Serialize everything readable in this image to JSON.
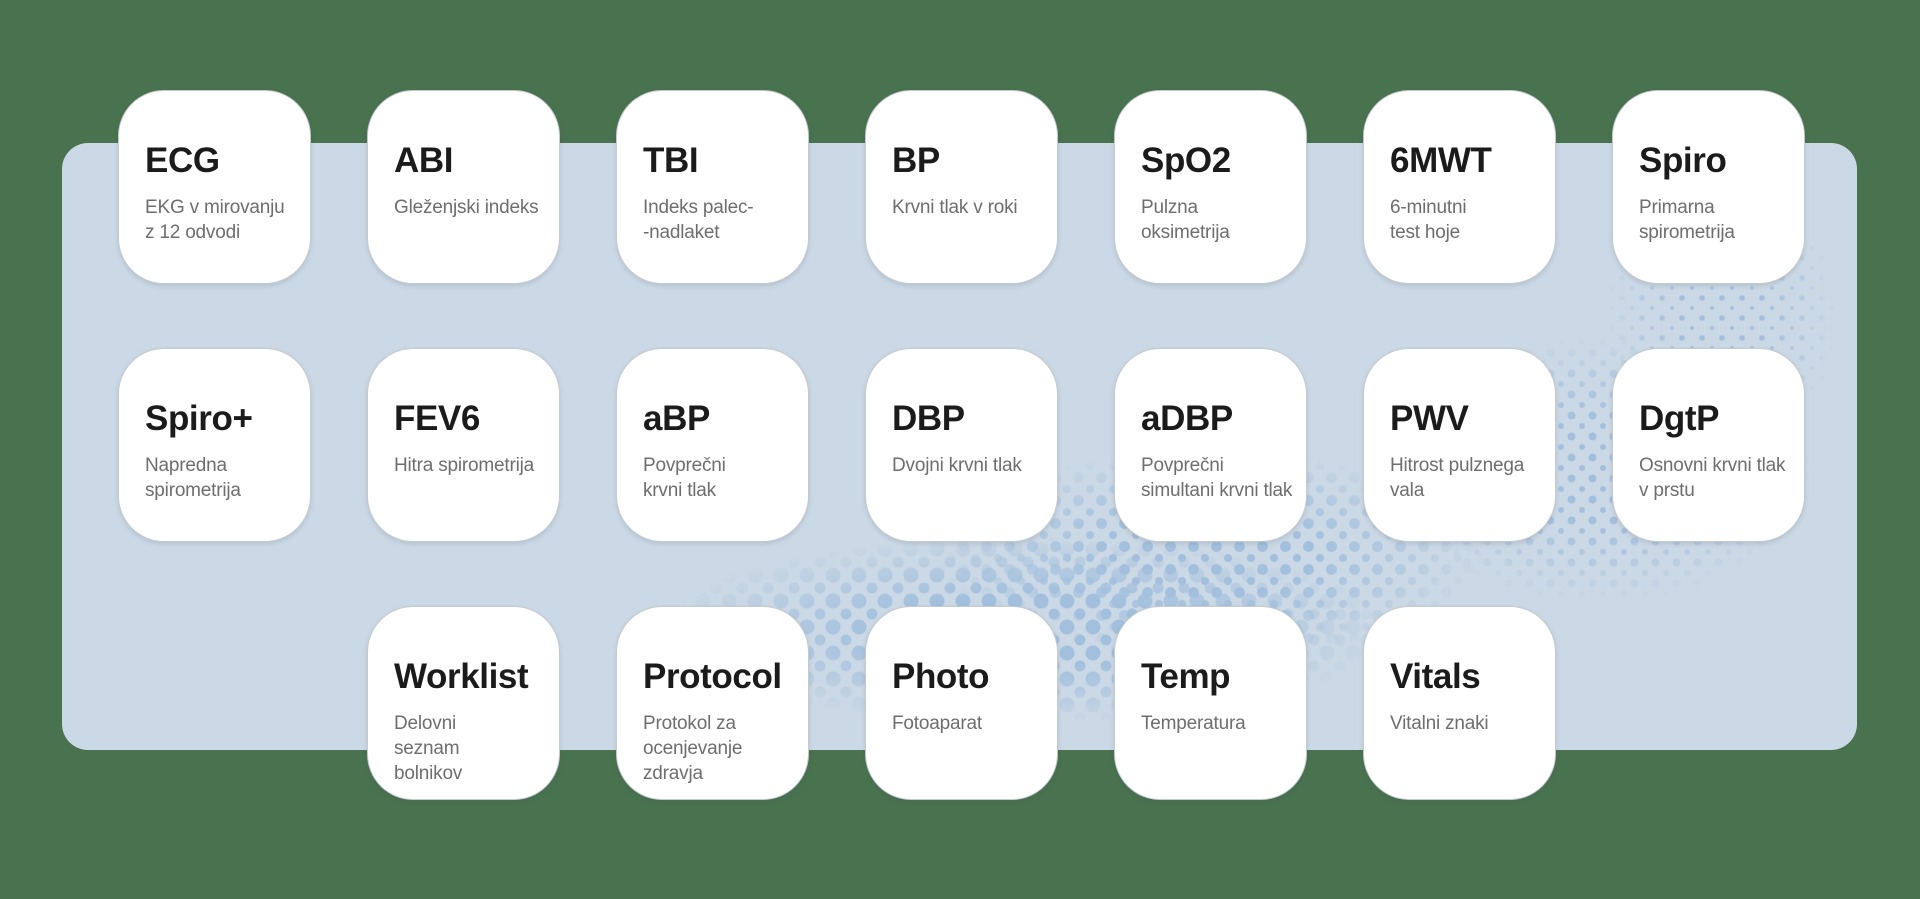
{
  "colors": {
    "background": "#49724f",
    "panel": "#cbd8e5",
    "halftone_dots": "#a2c0dd",
    "tile_background": "#ffffff",
    "tile_title_text": "#1b1b1b",
    "tile_subtitle_text": "#6e6e6e"
  },
  "tiles": [
    {
      "id": "ecg",
      "title": "ECG",
      "subtitle": "EKG v mirovanju\nz 12 odvodi"
    },
    {
      "id": "abi",
      "title": "ABI",
      "subtitle": "Gleženjski indeks"
    },
    {
      "id": "tbi",
      "title": "TBI",
      "subtitle": "Indeks palec-\n-nadlaket"
    },
    {
      "id": "bp",
      "title": "BP",
      "subtitle": "Krvni tlak v roki"
    },
    {
      "id": "spo2",
      "title": "SpO2",
      "subtitle": "Pulzna\noksimetrija"
    },
    {
      "id": "6mwt",
      "title": "6MWT",
      "subtitle": "6-minutni\ntest hoje"
    },
    {
      "id": "spiro",
      "title": "Spiro",
      "subtitle": "Primarna\nspirometrija"
    },
    {
      "id": "spiro-plus",
      "title": "Spiro+",
      "subtitle": "Napredna\nspirometrija"
    },
    {
      "id": "fev6",
      "title": "FEV6",
      "subtitle": "Hitra spirometrija"
    },
    {
      "id": "abp",
      "title": "aBP",
      "subtitle": "Povprečni\nkrvni tlak"
    },
    {
      "id": "dbp",
      "title": "DBP",
      "subtitle": "Dvojni krvni tlak"
    },
    {
      "id": "adbp",
      "title": "aDBP",
      "subtitle": "Povprečni\nsimultani krvni tlak"
    },
    {
      "id": "pwv",
      "title": "PWV",
      "subtitle": "Hitrost pulznega\nvala"
    },
    {
      "id": "dgtp",
      "title": "DgtP",
      "subtitle": "Osnovni krvni tlak\nv prstu"
    },
    {
      "id": "worklist",
      "title": "Worklist",
      "subtitle": "Delovni\nseznam\nbolnikov"
    },
    {
      "id": "protocol",
      "title": "Protocol",
      "subtitle": "Protokol za\nocenjevanje\nzdravja"
    },
    {
      "id": "photo",
      "title": "Photo",
      "subtitle": "Fotoaparat"
    },
    {
      "id": "temp",
      "title": "Temp",
      "subtitle": "Temperatura"
    },
    {
      "id": "vitals",
      "title": "Vitals",
      "subtitle": "Vitalni znaki"
    }
  ]
}
